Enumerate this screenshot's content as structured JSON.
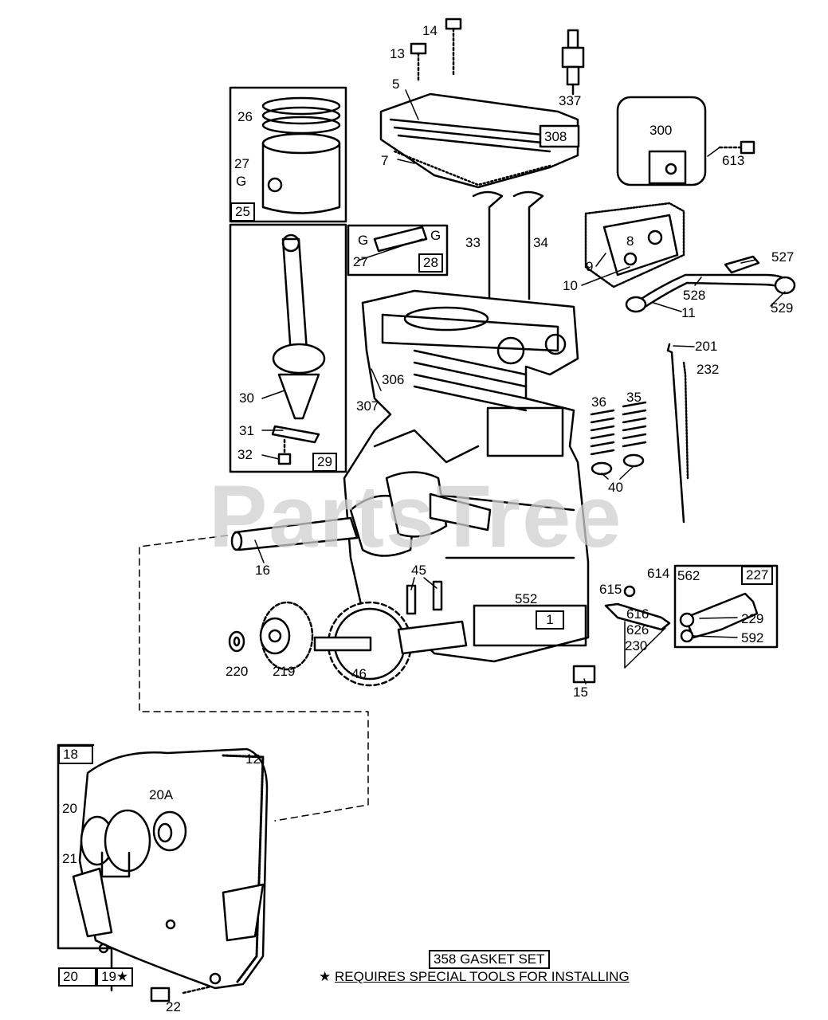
{
  "watermark": "PartsTree",
  "labels": {
    "l13": "13",
    "l14": "14",
    "l337": "337",
    "l5": "5",
    "l308": "308",
    "l7": "7",
    "l300": "300",
    "l613": "613",
    "l26": "26",
    "l27a": "27",
    "g1": "G",
    "l25": "25",
    "l33": "33",
    "l34": "34",
    "g2": "G",
    "g3": "G",
    "l27b": "27",
    "l28": "28",
    "l9": "9",
    "l8": "8",
    "l10": "10",
    "l527": "527",
    "l528": "528",
    "l11": "11",
    "l529": "529",
    "l201": "201",
    "l232": "232",
    "l306": "306",
    "l307": "307",
    "l30": "30",
    "l31": "31",
    "l32": "32",
    "l29": "29",
    "l36": "36",
    "l35": "35",
    "l40": "40",
    "l16": "16",
    "l45": "45",
    "l552": "552",
    "l1": "1",
    "l614": "614",
    "l615": "615",
    "l562": "562",
    "l227": "227",
    "l616": "616",
    "l626": "626",
    "l229": "229",
    "l592": "592",
    "l230": "230",
    "l220": "220",
    "l219": "219",
    "l46": "46",
    "l15": "15",
    "l18": "18",
    "l12": "12",
    "l20a": "20A",
    "l20": "20",
    "l21": "21",
    "l20b": "20",
    "l19": "19★",
    "l22": "22"
  },
  "notes": {
    "gasket_set": "358 GASKET SET",
    "special_tools_star": "★",
    "special_tools": "REQUIRES SPECIAL TOOLS FOR INSTALLING"
  }
}
